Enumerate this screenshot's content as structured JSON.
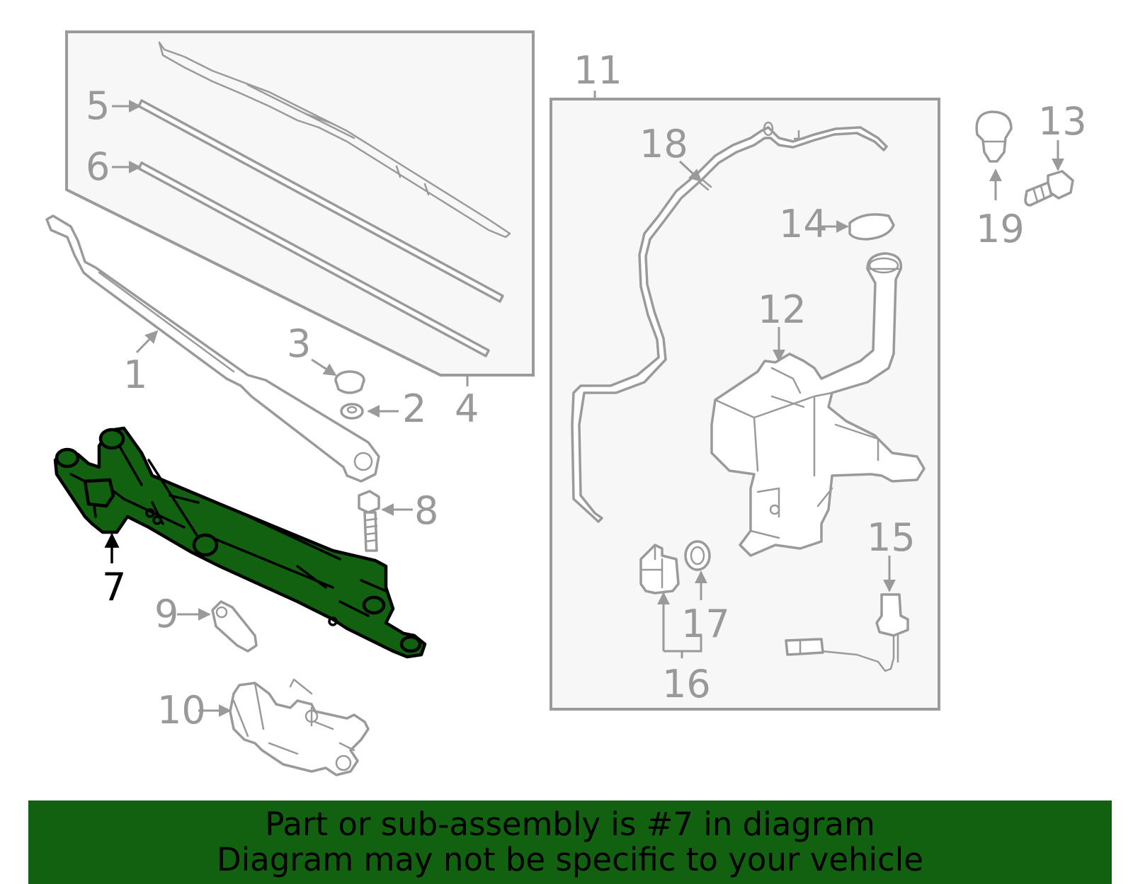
{
  "callouts": {
    "c1": "1",
    "c2": "2",
    "c3": "3",
    "c4": "4",
    "c5": "5",
    "c6": "6",
    "c7": "7",
    "c8": "8",
    "c9": "9",
    "c10": "10",
    "c11": "11",
    "c12": "12",
    "c13": "13",
    "c14": "14",
    "c15": "15",
    "c16": "16",
    "c17": "17",
    "c18": "18",
    "c19": "19"
  },
  "highlighted_part": "7",
  "colors": {
    "highlight": "#116111",
    "outline": "#9a9a9a",
    "banner": "#116111"
  },
  "banner": {
    "line1": "Part or sub-assembly is #7 in diagram",
    "line2": "Diagram may not be specific to your vehicle"
  }
}
